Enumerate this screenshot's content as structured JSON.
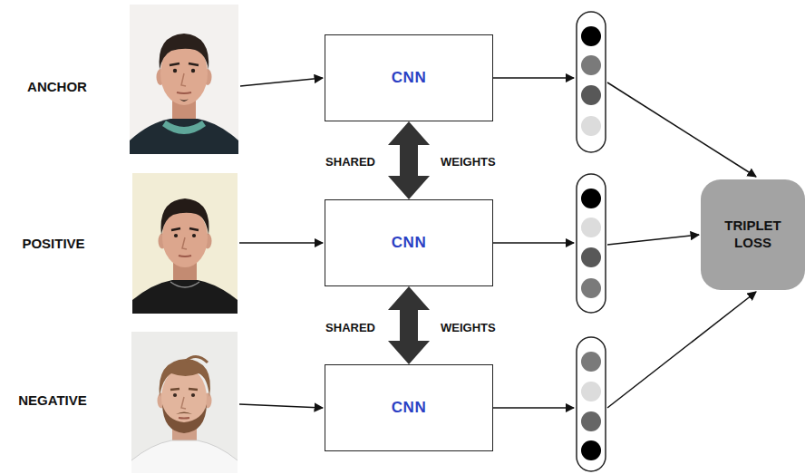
{
  "diagram": {
    "nodes": [
      {
        "text": [
          "CNN"
        ]
      },
      {
        "text": [
          "CNN"
        ]
      },
      {
        "text": [
          "CNN"
        ]
      },
      {
        "text": [
          "TRIPLET LOSS"
        ]
      }
    ],
    "edges": [
      {
        "from": 0,
        "to": 1,
        "arrow": "both"
      },
      {
        "from": 1,
        "to": 2,
        "arrow": "both"
      }
    ],
    "labels": [
      "ANCHOR",
      "POSITIVE",
      "NEGATIVE",
      "SHARED",
      "WEIGHTS",
      "SHARED",
      "WEIGHTS"
    ]
  }
}
